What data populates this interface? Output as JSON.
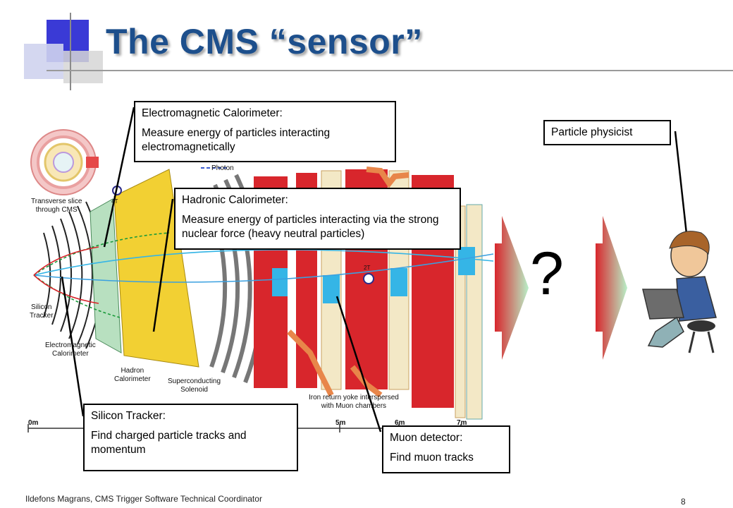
{
  "slide": {
    "title": "The CMS “sensor”",
    "footer": "Ildefons Magrans, CMS Trigger Software Technical Coordinator",
    "page_number": "8"
  },
  "callouts": {
    "ecal": {
      "heading": "Electromagnetic Calorimeter:",
      "body": "Measure energy of particles interacting electromagnetically"
    },
    "hcal": {
      "heading": "Hadronic Calorimeter:",
      "body": "Measure energy of particles interacting via the strong nuclear force (heavy neutral particles)"
    },
    "tracker": {
      "heading": "Silicon Tracker:",
      "body": "Find charged particle tracks and momentum"
    },
    "muon": {
      "heading": "Muon detector:",
      "body": "Find muon tracks"
    },
    "physicist": {
      "heading": "Particle physicist"
    }
  },
  "question_mark": "?",
  "diagram_labels": {
    "photon": "Photon",
    "transverse": "Transverse slice\nthrough CMS",
    "silicon_tracker": "Silicon\nTracker",
    "em_calorimeter": "Electromagnetic\nCalorimeter",
    "hadron_calorimeter": "Hadron\nCalorimeter",
    "solenoid": "Superconducting\nSolenoid",
    "iron_yoke": "Iron return yoke interspersed\nwith Muon chambers",
    "field_4t": "4T",
    "field_2t": "2T"
  },
  "scale_labels": [
    "0m",
    "5m",
    "6m",
    "7m"
  ],
  "colors": {
    "title": "#1d4f8c",
    "ecal_yellow": "#f2d033",
    "iron_red": "#d8262c",
    "muon_cyan": "#35b5e6"
  }
}
